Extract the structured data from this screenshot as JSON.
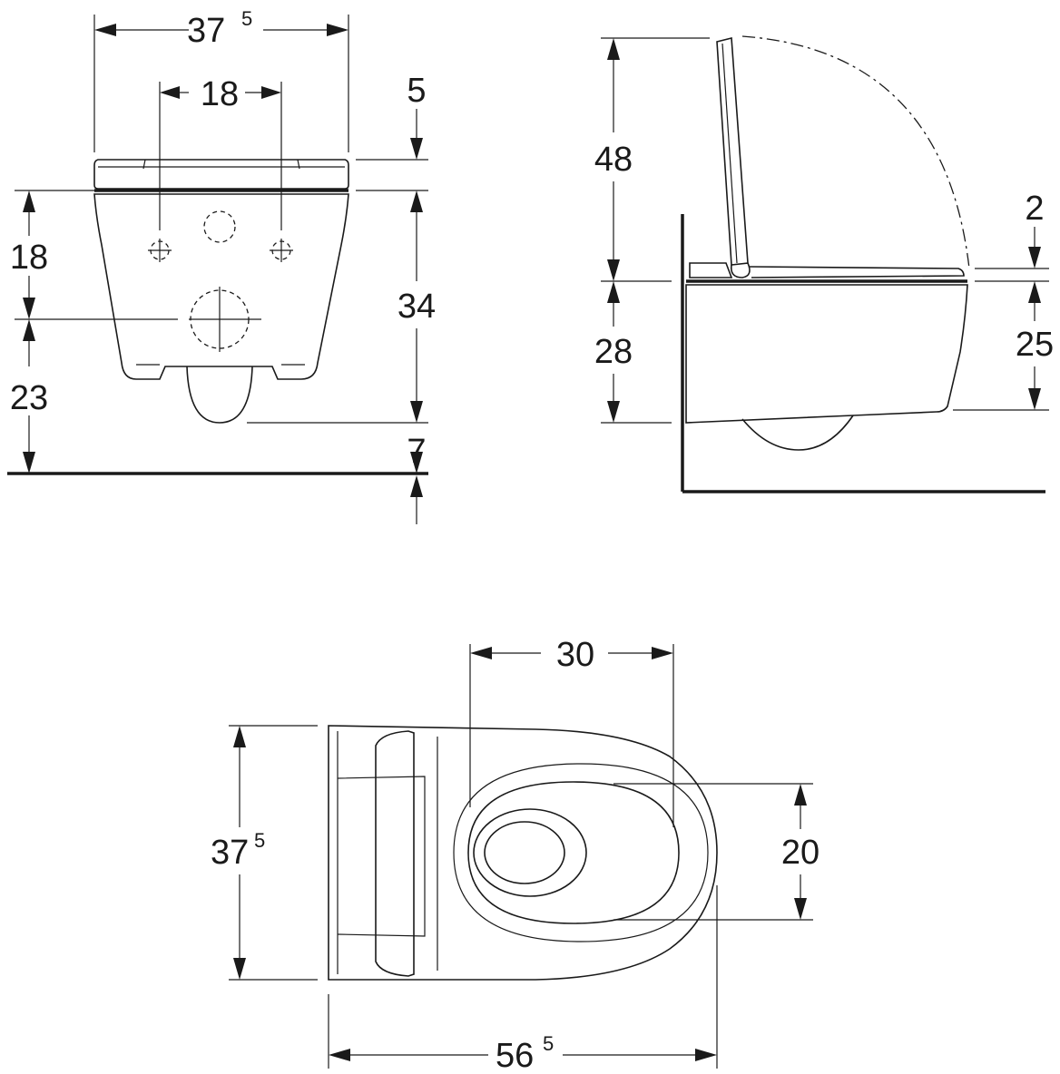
{
  "front_view": {
    "dims": {
      "width_total": "37",
      "width_total_sup": "5",
      "fixing_spacing": "18",
      "seat_height": "5",
      "fixing_height": "18",
      "bowl_height": "34",
      "outlet_height": "23",
      "floor_gap": "7"
    }
  },
  "side_view": {
    "dims": {
      "lid_height": "48",
      "seat_offset": "2",
      "body_height": "28",
      "rim_height": "25"
    }
  },
  "top_view": {
    "dims": {
      "opening_length": "30",
      "width_total": "37",
      "width_total_sup": "5",
      "opening_width": "20",
      "length_total": "56",
      "length_total_sup": "5"
    }
  }
}
